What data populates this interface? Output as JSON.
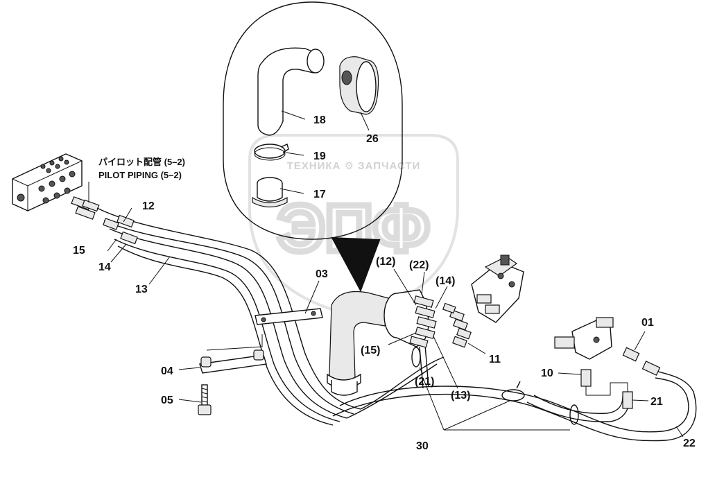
{
  "watermark": {
    "tagline": "ТЕХНИКА ⚙ ЗАПЧАСТИ",
    "logo": "ЭПФ"
  },
  "pilot_note": {
    "jp": "パイロット配管 (5–2)",
    "en": "PILOT PIPING (5–2)"
  },
  "part_labels": {
    "p01": "01",
    "p03": "03",
    "p04": "04",
    "p05": "05",
    "p10": "10",
    "p11": "11",
    "p12": "12",
    "p13": "13",
    "p14": "14",
    "p15": "15",
    "p17": "17",
    "p18": "18",
    "p19": "19",
    "p21": "21",
    "p22": "22",
    "p26": "26",
    "p30": "30",
    "p12b": "(12)",
    "p22b": "(22)",
    "p14b": "(14)",
    "p15b": "(15)",
    "p21b": "(21)",
    "p13b": "(13)"
  }
}
